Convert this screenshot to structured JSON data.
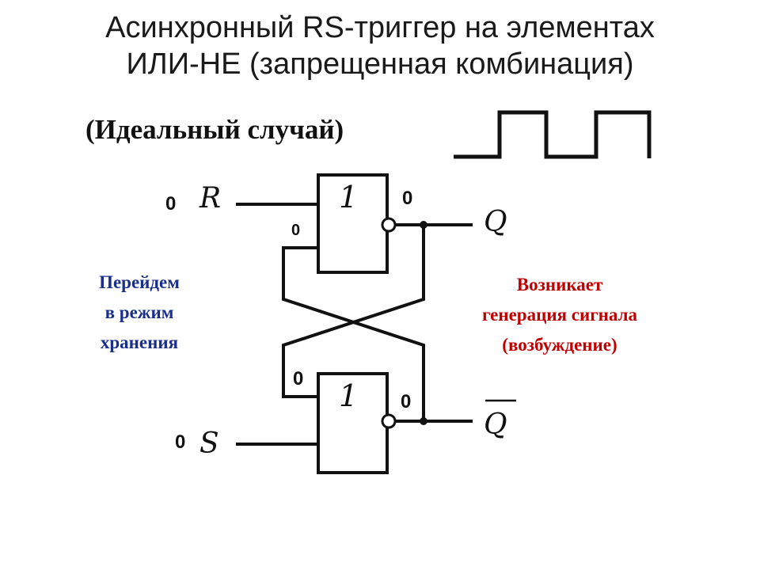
{
  "title": {
    "line1": "Асинхронный RS-триггер на элементах",
    "line2": "ИЛИ-НЕ (запрещенная комбинация)"
  },
  "subtitle": "(Идеальный случай)",
  "gates": {
    "top_label": "1",
    "bottom_label": "1"
  },
  "signals": {
    "r": "R",
    "s": "S",
    "q": "Q",
    "q_bar": "Q"
  },
  "values": {
    "r_in": "0",
    "top_feedback_in": "0",
    "top_out": "0",
    "bottom_feedback_in": "0",
    "bottom_out": "0",
    "s_in": "0"
  },
  "notes": {
    "left": [
      "Перейдем",
      "в режим",
      "хранения"
    ],
    "right": [
      "Возникает",
      "генерация сигнала",
      "(возбуждение)"
    ]
  },
  "colors": {
    "left_note": "#1a2f8a",
    "right_note": "#c00000"
  }
}
